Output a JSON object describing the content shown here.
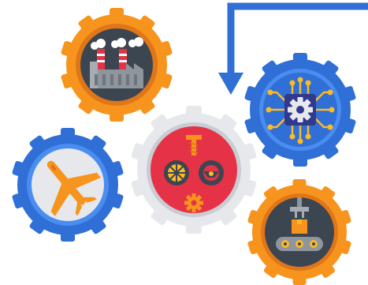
{
  "colors": {
    "orange": "#F7941D",
    "orange_dark": "#E0761A",
    "blue": "#2F6FD6",
    "blue_light": "#4A8DF0",
    "silver": "#E6E8EC",
    "silver_dark": "#C9CDD3",
    "red": "#E53247",
    "dark": "#3C4650",
    "grey": "#8E959C",
    "yellow": "#FDB927",
    "white": "#FFFFFF"
  },
  "gears": [
    {
      "id": "factory",
      "icon": "factory-icon",
      "color": "orange"
    },
    {
      "id": "circuit",
      "icon": "circuit-chip-gear-icon",
      "color": "blue"
    },
    {
      "id": "center",
      "icon": "screw-wheel-steering-gear-icon",
      "color": "silver"
    },
    {
      "id": "airplane",
      "icon": "airplane-icon",
      "color": "blue"
    },
    {
      "id": "conveyor",
      "icon": "robot-arm-conveyor-icon",
      "color": "orange"
    }
  ],
  "connector": {
    "icon": "arrow-down-icon",
    "color": "blue"
  }
}
